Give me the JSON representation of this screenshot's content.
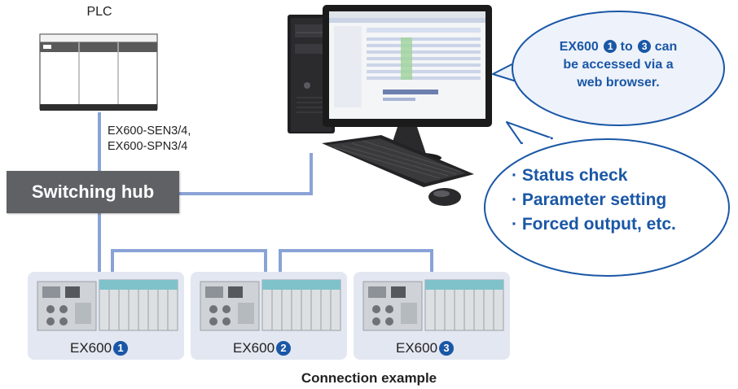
{
  "plc": {
    "label": "PLC"
  },
  "models": {
    "line1": "EX600-SEN3/4,",
    "line2": "EX600-SPN3/4"
  },
  "hub": {
    "label": "Switching hub"
  },
  "units": [
    {
      "label": "EX600",
      "number": "1"
    },
    {
      "label": "EX600",
      "number": "2"
    },
    {
      "label": "EX600",
      "number": "3"
    }
  ],
  "bubble_web": {
    "prefix": "EX600",
    "num_from": "1",
    "middle": "to",
    "num_to": "3",
    "suffix": "can",
    "line2": "be accessed via a",
    "line3": "web browser."
  },
  "bubble_features": {
    "items": [
      "Status check",
      "Parameter setting",
      "Forced output, etc."
    ]
  },
  "caption": "Connection example",
  "colors": {
    "link": "#8aa3d6",
    "accent": "#1a57a6",
    "bubble_fill": "#eef2fa",
    "unit_panel": "#e3e7f1",
    "hub": "#5f6165"
  },
  "icons": [
    "plc-icon",
    "desktop-computer-icon",
    "monitor-icon",
    "keyboard-icon",
    "mouse-icon",
    "ex600-module-icon"
  ]
}
